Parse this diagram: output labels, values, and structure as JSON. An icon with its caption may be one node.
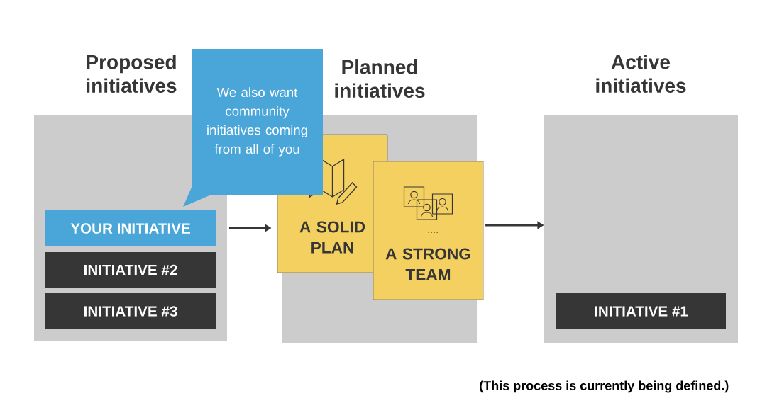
{
  "diagram": {
    "nodes": [
      {
        "text": [
          "Proposed initiatives"
        ]
      },
      {
        "text": [
          "YOUR INITIATIVE"
        ],
        "in": 0
      },
      {
        "text": [
          "INITIATIVE #2"
        ],
        "in": 0
      },
      {
        "text": [
          "INITIATIVE #3"
        ],
        "in": 0
      },
      {
        "text": [
          "We also want community initiatives coming from all of you"
        ]
      },
      {
        "text": [
          "Planned initiatives"
        ]
      },
      {
        "text": [
          "A SOLID PLAN"
        ],
        "in": 5
      },
      {
        "text": [
          "A STRONG TEAM"
        ],
        "in": 5
      },
      {
        "text": [
          "Active initiatives"
        ]
      },
      {
        "text": [
          "INITIATIVE #1"
        ],
        "in": 8
      }
    ],
    "edges": [
      {
        "from": 0,
        "to": 6,
        "arrow": "to"
      },
      {
        "from": 7,
        "to": 8,
        "arrow": "to"
      }
    ],
    "labels": [
      "(This process is currently being defined.)"
    ]
  }
}
